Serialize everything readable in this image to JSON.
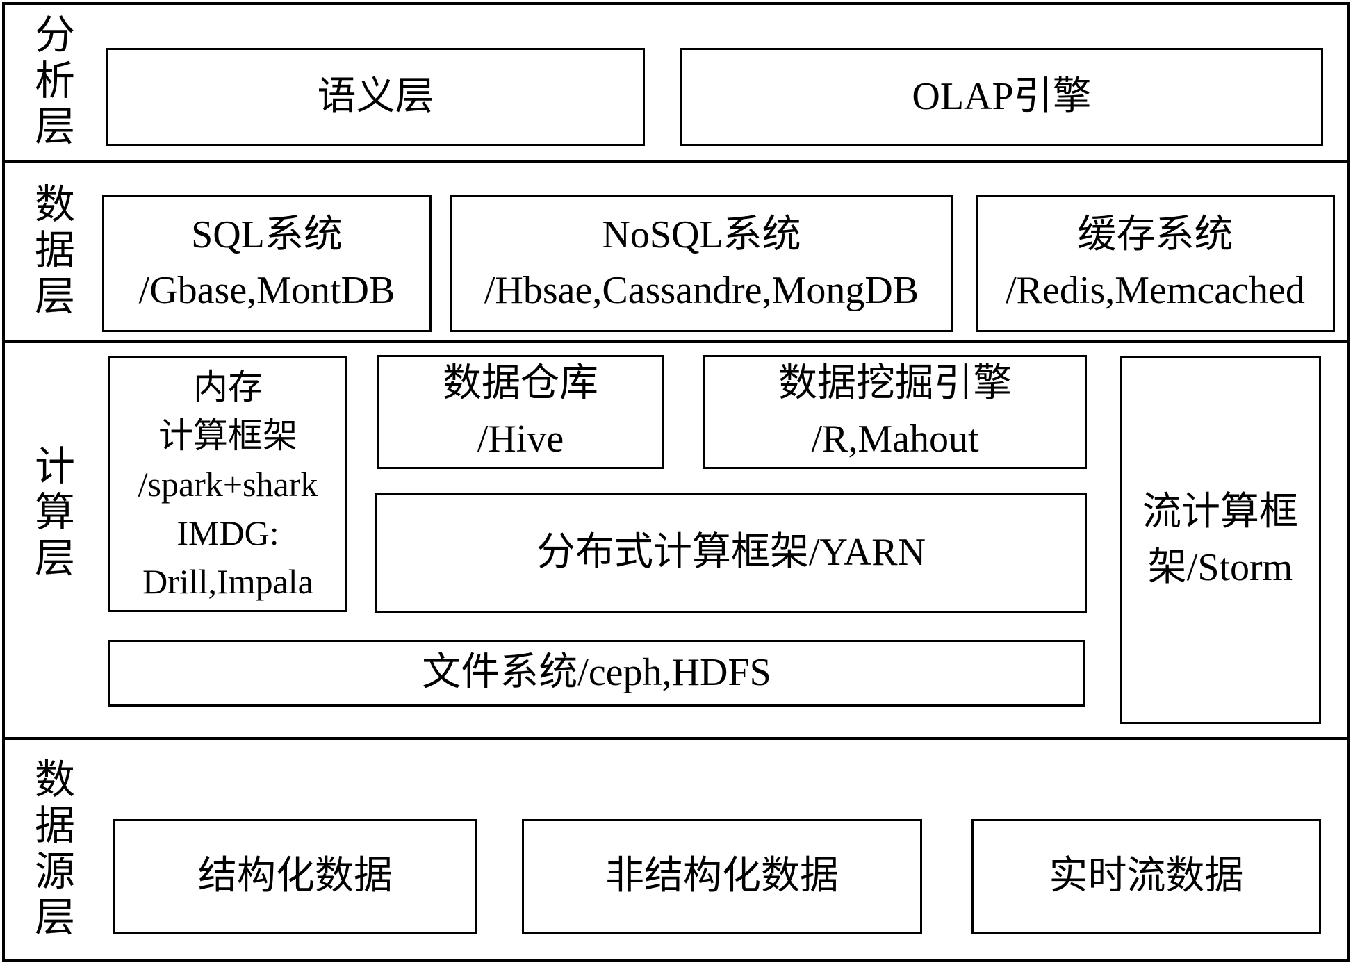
{
  "figure": {
    "background_color": "#ffffff",
    "line_color": "#000000",
    "text_color": "#000000"
  },
  "layers": [
    {
      "name": "analysis-layer",
      "label": "分析层",
      "boxes": [
        {
          "id": "semantic-layer",
          "lines": [
            "语义层"
          ]
        },
        {
          "id": "olap-engine",
          "lines": [
            "OLAP引擎"
          ]
        }
      ]
    },
    {
      "name": "data-layer",
      "label": "数据层",
      "boxes": [
        {
          "id": "sql-system",
          "lines": [
            "SQL系统",
            "/Gbase,MontDB"
          ]
        },
        {
          "id": "nosql-system",
          "lines": [
            "NoSQL系统",
            "/Hbsae,Cassandre,MongDB"
          ]
        },
        {
          "id": "cache-system",
          "lines": [
            "缓存系统",
            "/Redis,Memcached"
          ]
        }
      ]
    },
    {
      "name": "compute-layer",
      "label": "计算层",
      "boxes": [
        {
          "id": "memory-compute-framework",
          "lines": [
            "内存",
            "计算框架",
            "/spark+shark",
            "IMDG:",
            "Drill,Impala"
          ]
        },
        {
          "id": "data-warehouse",
          "lines": [
            "数据仓库",
            "/Hive"
          ]
        },
        {
          "id": "data-mining-engine",
          "lines": [
            "数据挖掘引擎",
            "/R,Mahout"
          ]
        },
        {
          "id": "distributed-compute-framework",
          "lines": [
            "分布式计算框架/YARN"
          ]
        },
        {
          "id": "file-system",
          "lines": [
            "文件系统/ceph,HDFS"
          ]
        },
        {
          "id": "stream-compute-framework",
          "lines": [
            "流计算框",
            "架/Storm"
          ]
        }
      ]
    },
    {
      "name": "data-source-layer",
      "label": "数据源层",
      "boxes": [
        {
          "id": "structured-data",
          "lines": [
            "结构化数据"
          ]
        },
        {
          "id": "unstructured-data",
          "lines": [
            "非结构化数据"
          ]
        },
        {
          "id": "realtime-stream-data",
          "lines": [
            "实时流数据"
          ]
        }
      ]
    }
  ]
}
